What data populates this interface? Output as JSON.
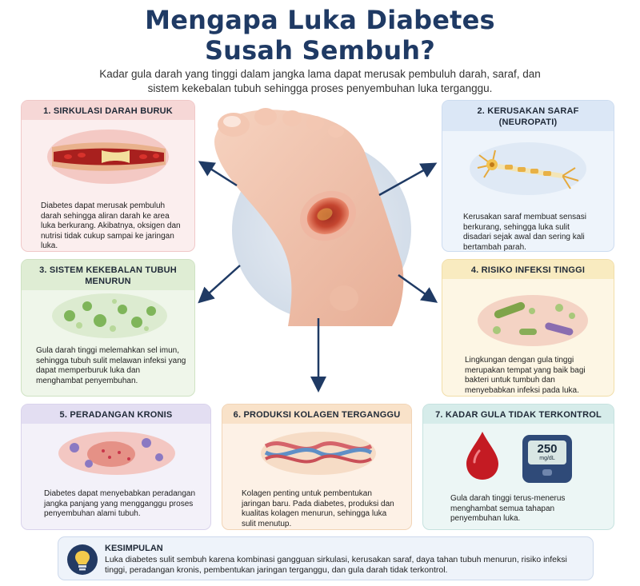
{
  "title_line1": "Mengapa Luka Diabetes",
  "title_line2": "Susah Sembuh?",
  "subtitle": "Kadar gula darah yang tinggi dalam jangka lama dapat merusak pembuluh darah, saraf, dan sistem kekebalan tubuh sehingga proses penyembuhan luka terganggu.",
  "cards": [
    {
      "title": "1. SIRKULASI DARAH BURUK",
      "text": "Diabetes dapat merusak pembuluh darah sehingga aliran darah ke area luka berkurang. Akibatnya, oksigen dan nutrisi tidak cukup sampai ke jaringan luka."
    },
    {
      "title": "2. KERUSAKAN SARAF (NEUROPATI)",
      "text": "Kerusakan saraf membuat sensasi berkurang, sehingga luka sulit disadari sejak awal dan sering kali bertambah parah."
    },
    {
      "title": "3. SISTEM KEKEBALAN TUBUH MENURUN",
      "text": "Gula darah tinggi melemahkan sel imun, sehingga tubuh sulit melawan infeksi yang dapat memperburuk luka dan menghambat penyembuhan."
    },
    {
      "title": "4. RISIKO INFEKSI TINGGI",
      "text": "Lingkungan dengan gula tinggi merupakan tempat yang baik bagi bakteri untuk tumbuh dan menyebabkan infeksi pada luka."
    },
    {
      "title": "5. PERADANGAN KRONIS",
      "text": "Diabetes dapat menyebabkan peradangan jangka panjang yang mengganggu proses penyembuhan alami tubuh."
    },
    {
      "title": "6. PRODUKSI KOLAGEN TERGANGGU",
      "text": "Kolagen penting untuk pembentukan jaringan baru. Pada diabetes, produksi dan kualitas kolagen menurun, sehingga luka sulit menutup."
    },
    {
      "title": "7. KADAR GULA TIDAK TERKONTROL",
      "text": "Gula darah tinggi terus-menerus menghambat semua tahapan penyembuhan luka."
    }
  ],
  "meter": {
    "value": "250",
    "unit": "mg/dL"
  },
  "conclusion": {
    "title": "KESIMPULAN",
    "text": "Luka diabetes sulit sembuh karena kombinasi gangguan sirkulasi, kerusakan saraf, daya tahan tubuh menurun, risiko infeksi tinggi, peradangan kronis, pembentukan jaringan terganggu, dan gula darah tidak terkontrol."
  },
  "icons": [
    "foot-wound-illustration",
    "blood-vessel-icon",
    "neuron-icon",
    "immune-cells-icon",
    "bacteria-icon",
    "inflammation-icon",
    "collagen-icon",
    "blood-drop-icon",
    "glucose-meter-icon",
    "lightbulb-icon",
    "arrow-icon"
  ]
}
